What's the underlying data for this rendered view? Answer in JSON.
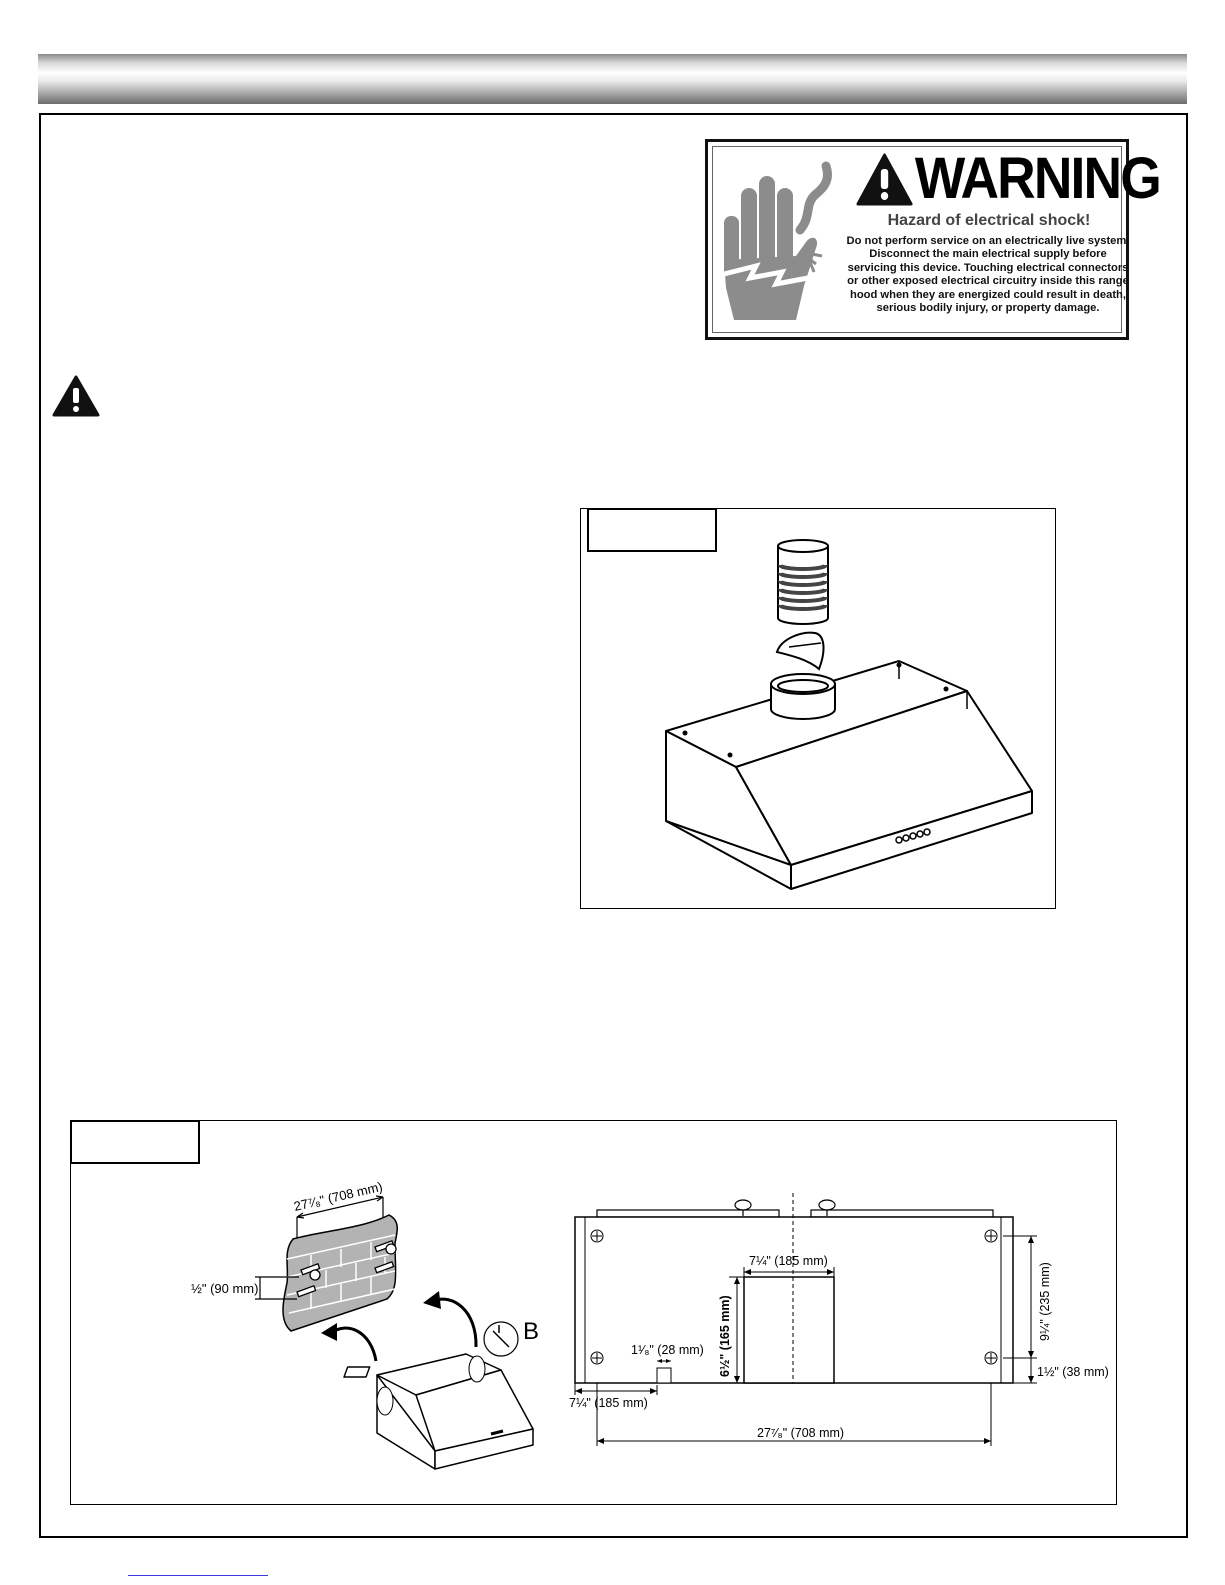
{
  "warning_sign": {
    "title": "WARNING",
    "subtitle": "Hazard of electrical shock!",
    "body": "Do not perform service on an electrically live system. Disconnect the main electrical supply before servicing this device. Touching electrical connectors or other exposed electrical circuitry inside this range hood when they are energized could result in death, serious bodily injury, or property damage."
  },
  "figure2": {
    "callout_b": "B",
    "wall_dims": {
      "bracket_spacing": "27⁷⁄₈\" (708 mm)",
      "vertical_gap": "½\" (90 mm)"
    },
    "back_dims": {
      "duct_width": "7¼\" (185 mm)",
      "duct_height": "6½\" (165 mm)",
      "slot_width": "1¹⁄₈\" (28 mm)",
      "left_offset": "7¼\" (185 mm)",
      "hole_spacing_horizontal": "27⁷⁄₈\" (708 mm)",
      "hole_spacing_vertical": "9¼\" (235 mm)",
      "bottom_offset": "1½\" (38 mm)"
    }
  },
  "colors": {
    "hand_gray": "#8c8c8c",
    "link_blue": "#3b3be0"
  }
}
